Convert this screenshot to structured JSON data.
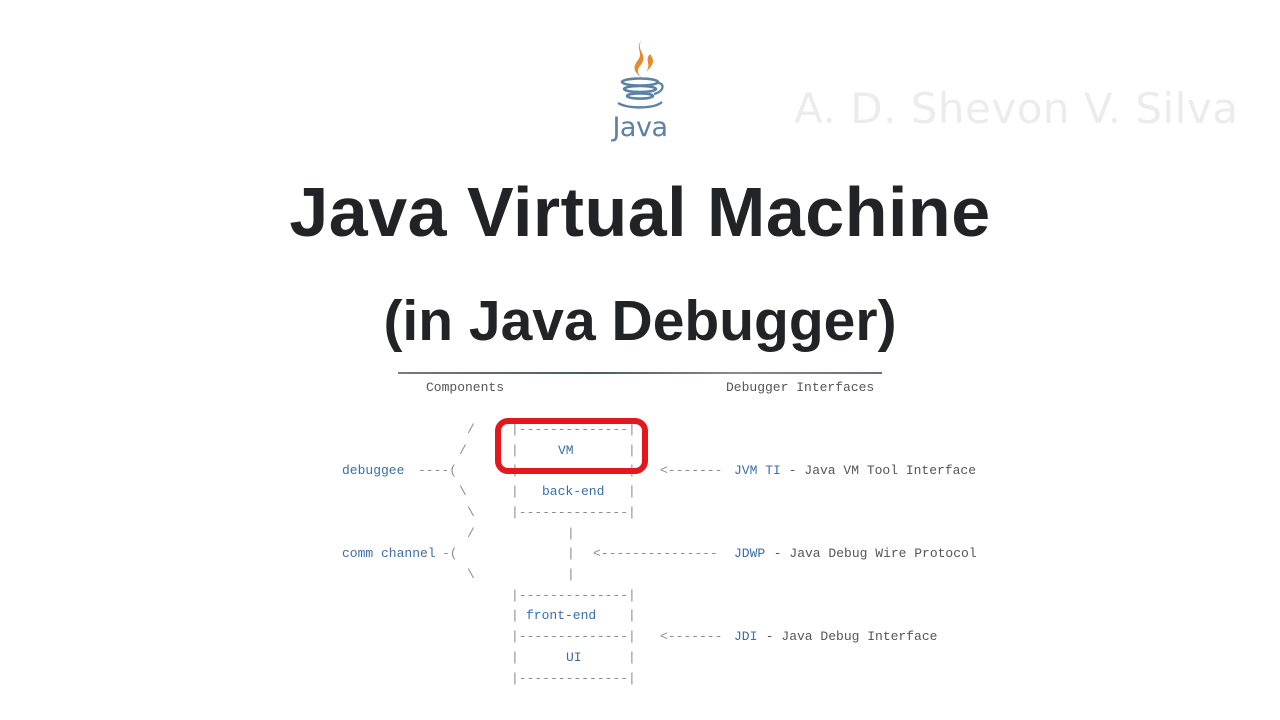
{
  "logo": {
    "text": "Java",
    "icon": "java-coffee-cup-icon",
    "colors": {
      "steam": "#e8892b",
      "cup": "#5b82a6"
    }
  },
  "watermark": "A. D. Shevon V. Silva",
  "title": "Java Virtual Machine",
  "subtitle": "(in Java Debugger)",
  "diagram": {
    "headers": {
      "components": "Components",
      "interfaces": "Debugger Interfaces"
    },
    "components": {
      "debuggee": "debuggee",
      "debuggee_connector": "----(",
      "comm_channel": "comm channel",
      "comm_connector": "-(",
      "vm": "VM",
      "back_end": "back-end",
      "front_end": "front-end",
      "ui": "UI"
    },
    "ascii": {
      "box_top": "|--------------|",
      "box_side": "|              |",
      "pipe": "|",
      "slash": "/",
      "backslash": "\\"
    },
    "interfaces": [
      {
        "arrow": "<-------",
        "acronym": "JVM TI",
        "desc": " - Java VM Tool Interface"
      },
      {
        "arrow": "<---------------",
        "acronym": "JDWP",
        "desc": " - Java Debug Wire Protocol"
      },
      {
        "arrow": "<-------",
        "acronym": "JDI",
        "desc": " - Java Debug Interface"
      }
    ],
    "highlight": {
      "target": "VM",
      "color": "#e3171c"
    }
  }
}
